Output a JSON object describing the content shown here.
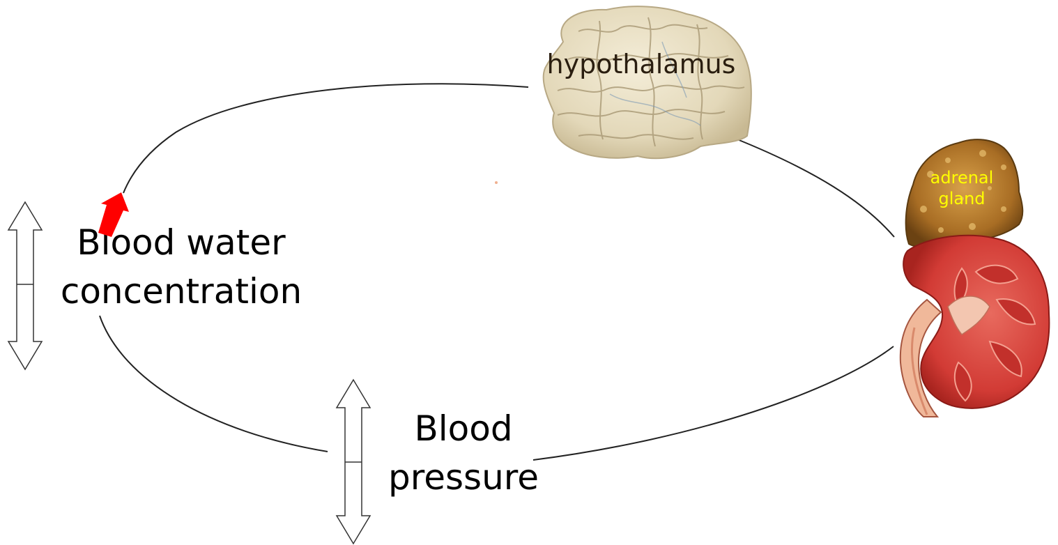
{
  "labels": {
    "hypothalamus": "hypothalamus",
    "adrenal_line1": "adrenal",
    "adrenal_line2": "gland",
    "blood_water_line1": "Blood water",
    "blood_water_line2": "concentration",
    "blood_pressure_line1": "Blood",
    "blood_pressure_line2": "pressure"
  },
  "icons": {
    "brain": "brain-icon",
    "kidney": "kidney-icon",
    "adrenal": "adrenal-gland-icon",
    "updown_arrows": "up-down-arrow-icon",
    "red_arrow": "red-arrow-icon"
  },
  "colors": {
    "brain_fill": "#e6dcbf",
    "kidney_fill": "#d8433c",
    "adrenal_fill": "#b07a2a",
    "adrenal_text": "#ffff00",
    "red_arrow": "#ff0000"
  }
}
